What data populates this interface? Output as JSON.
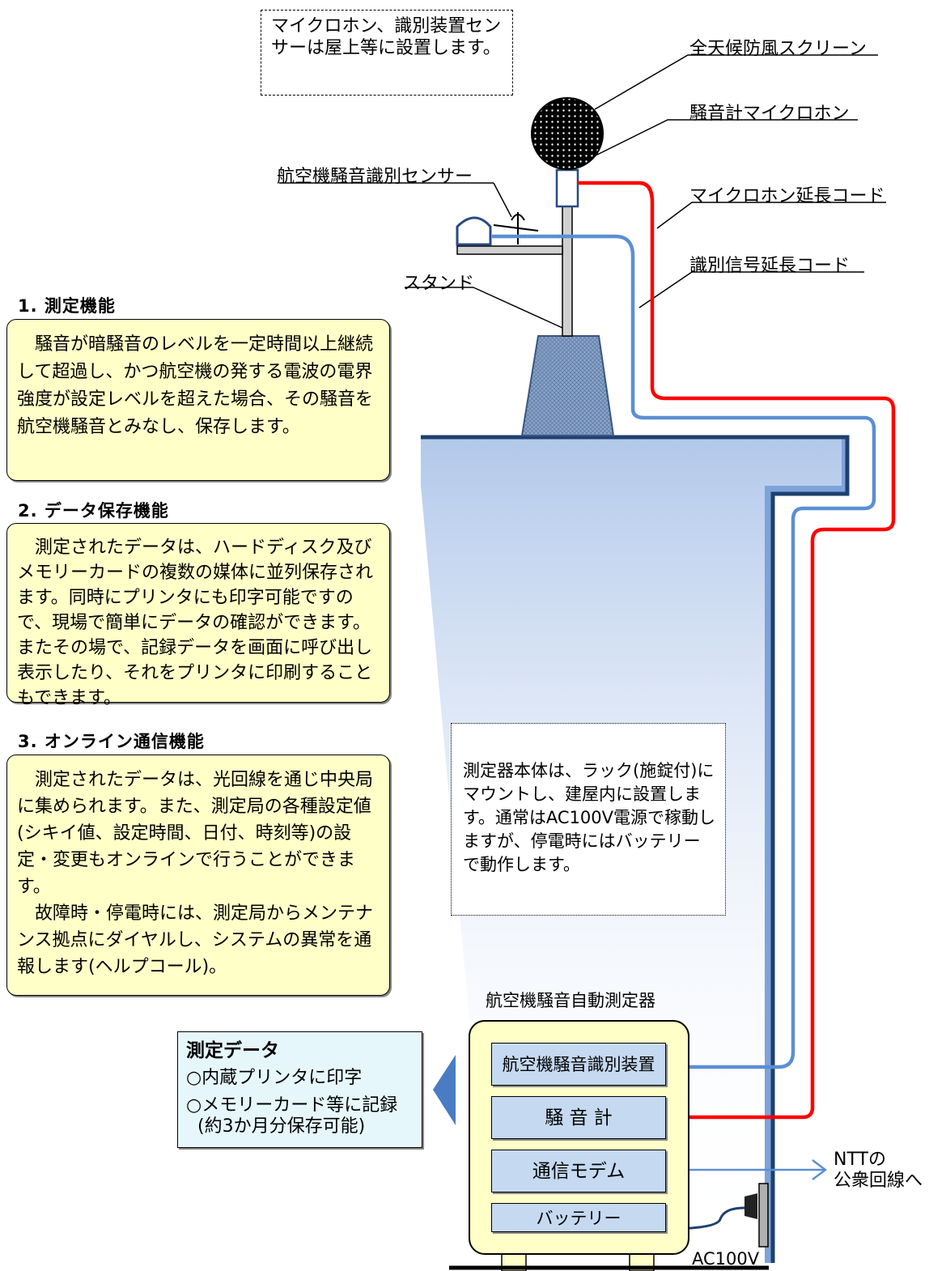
{
  "note_top": "マイクロホン、識別装置センサーは屋上等に設置します。",
  "labels": {
    "screen": "全天候防風スクリーン",
    "microphone": "騒音計マイクロホン",
    "mic_cord": "マイクロホン延長コード",
    "signal_cord": "識別信号延長コード",
    "sensor": "航空機騒音識別センサー",
    "stand": "スタンド"
  },
  "sections": [
    {
      "title": "1. 測定機能",
      "paragraphs": [
        "騒音が暗騒音のレベルを一定時間以上継続して超過し、かつ航空機の発する電波の電界強度が設定レベルを超えた場合、その騒音を航空機騒音とみなし、保存します。"
      ]
    },
    {
      "title": "2. データ保存機能",
      "paragraphs": [
        "測定されたデータは、ハードディスク及びメモリーカードの複数の媒体に並列保存されます。同時にプリンタにも印字可能ですので、現場で簡単にデータの確認ができます。またその場で、記録データを画面に呼び出し表示したり、それをプリンタに印刷することもできます。"
      ]
    },
    {
      "title": "3. オンライン通信機能",
      "paragraphs": [
        "測定されたデータは、光回線を通じ中央局に集められます。また、測定局の各種設定値(シキイ値、設定時間、日付、時刻等)の設定・変更もオンラインで行うことができます。",
        "故障時・停電時には、測定局からメンテナンス拠点にダイヤルし、システムの異常を通報します(ヘルプコール)。"
      ]
    }
  ],
  "rack_note": "測定器本体は、ラック(施錠付)にマウントし、建屋内に設置します。通常はAC100V電源で稼動しますが、停電時にはバッテリーで動作します。",
  "device": {
    "title": "航空機騒音自動測定器",
    "slots": [
      "航空機騒音識別装置",
      "騒 音 計",
      "通信モデム",
      "バッテリー"
    ]
  },
  "data_box": {
    "title": "測定データ",
    "items": [
      "○内蔵プリンタに印字",
      "○メモリーカード等に記録",
      "(約3か月分保存可能)"
    ]
  },
  "ntt": [
    "NTTの",
    "公衆回線へ"
  ],
  "ac_label": "AC100V",
  "colors": {
    "mic_cord": "#ff0000",
    "signal_cord": "#5b8fd4",
    "yellow_box": "#ffffc8",
    "slot": "#c5d9f1",
    "data_box": "#e6f7fc"
  }
}
